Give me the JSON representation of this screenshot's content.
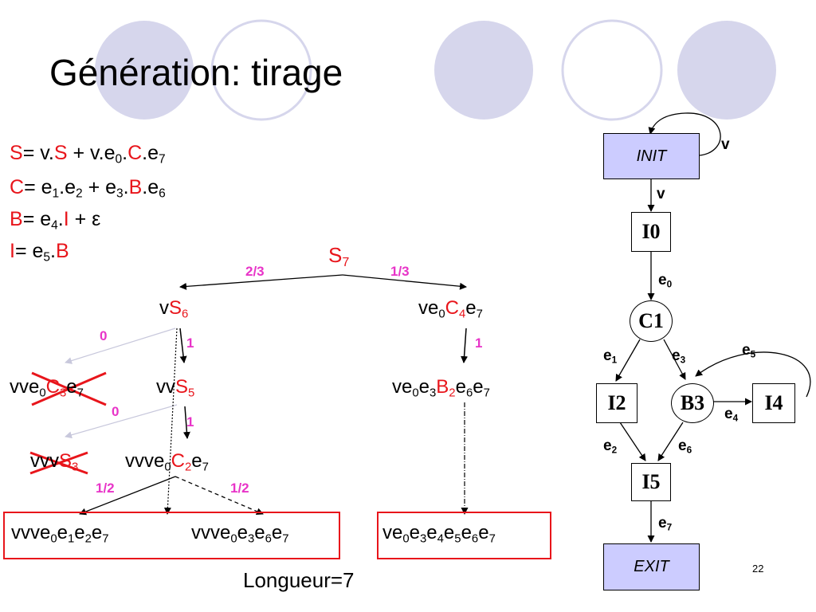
{
  "title": "Génération: tirage",
  "page_number": "22",
  "colors": {
    "accent_red": "#e8151b",
    "prob_pink": "#e834c8",
    "node_blue": "#ccccff",
    "deco_circle": "#d6d6ec"
  },
  "grammar": {
    "rule_s": {
      "lhs": "S",
      "rhs_1": "= v.",
      "nt_1": "S",
      "rhs_2": " + v.e",
      "sub_1": "0",
      "rhs_3": ".",
      "nt_2": "C",
      "rhs_4": ".e",
      "sub_2": "7"
    },
    "rule_c": {
      "lhs": "C",
      "rhs_1": "= e",
      "sub_1": "1",
      "rhs_2": ".e",
      "sub_2": "2",
      "rhs_3": " + e",
      "sub_3": "3",
      "rhs_4": ".",
      "nt_1": "B",
      "rhs_5": ".e",
      "sub_4": "6"
    },
    "rule_b": {
      "lhs": "B",
      "rhs_1": "= e",
      "sub_1": "4",
      "rhs_2": ".",
      "nt_1": "I",
      "rhs_3": " + ε"
    },
    "rule_i": {
      "lhs": "I",
      "rhs_1": "= e",
      "sub_1": "5",
      "rhs_2": ".",
      "nt_1": "B"
    }
  },
  "tree": {
    "root": {
      "nt": "S",
      "sub": "7"
    },
    "prob_left": "2/3",
    "prob_right": "1/3",
    "n_vs6": {
      "pre": "v",
      "nt": "S",
      "sub": "6"
    },
    "n_ve0c4e7": {
      "pre": "ve",
      "s1": "0",
      "nt": "C",
      "sub": "4",
      "post": "e",
      "s2": "7"
    },
    "p_zero_1": "0",
    "p_one_1": "1",
    "p_one_right": "1",
    "n_vve0c3e7": {
      "pre": "vve",
      "s1": "0",
      "nt": "C",
      "sub": "3",
      "post": "e",
      "s2": "7"
    },
    "n_vvs5": {
      "pre": "vv",
      "nt": "S",
      "sub": "5"
    },
    "n_ve0e3b2": {
      "pre": "ve",
      "s1": "0",
      "mid": "e",
      "s2": "3",
      "nt": "B",
      "sub": "2",
      "post": "e",
      "s3": "6",
      "post2": "e",
      "s4": "7"
    },
    "p_zero_2": "0",
    "p_one_2": "1",
    "n_vvvs3": {
      "pre": "vvv",
      "nt": "S",
      "sub": "3"
    },
    "n_vvve0c2e7": {
      "pre": "vvve",
      "s1": "0",
      "nt": "C",
      "sub": "2",
      "post": "e",
      "s2": "7"
    },
    "p_half_left": "1/2",
    "p_half_right": "1/2",
    "leaf_1": {
      "a": "vvve",
      "s1": "0",
      "b": "e",
      "s2": "1",
      "c": "e",
      "s3": "2",
      "d": "e",
      "s4": "7"
    },
    "leaf_2": {
      "a": "vvve",
      "s1": "0",
      "b": "e",
      "s2": "3",
      "c": "e",
      "s3": "6",
      "d": "e",
      "s4": "7"
    },
    "leaf_3": {
      "a": "ve",
      "s1": "0",
      "b": "e",
      "s2": "3",
      "c": "e",
      "s3": "4",
      "d": "e",
      "s4": "5",
      "e": "e",
      "s5": "6",
      "f": "e",
      "s6": "7"
    },
    "length_label": "Longueur=7"
  },
  "automaton": {
    "init": "INIT",
    "exit": "EXIT",
    "i0": "I0",
    "c1": "C1",
    "i2": "I2",
    "b3": "B3",
    "i4": "I4",
    "i5": "I5",
    "edges": {
      "v_loop": "v",
      "v_down": "v",
      "e0": {
        "t": "e",
        "s": "0"
      },
      "e1": {
        "t": "e",
        "s": "1"
      },
      "e3": {
        "t": "e",
        "s": "3"
      },
      "e5": {
        "t": "e",
        "s": "5"
      },
      "e4": {
        "t": "e",
        "s": "4"
      },
      "e2": {
        "t": "e",
        "s": "2"
      },
      "e6": {
        "t": "e",
        "s": "6"
      },
      "e7": {
        "t": "e",
        "s": "7"
      }
    }
  }
}
